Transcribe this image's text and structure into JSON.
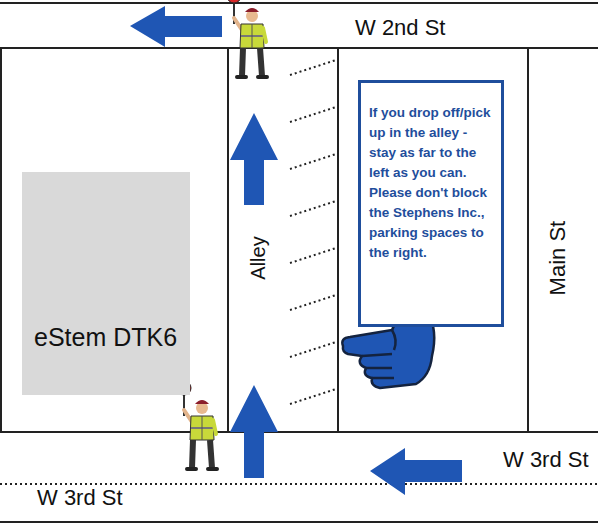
{
  "diagram": {
    "nodes": [
      {
        "text": [
          "If you drop off/pick up in the alley - stay as far to the left as you can. Please don't block the Stephens Inc., parking spaces to the right."
        ]
      },
      {
        "text": [
          "eStem DTK6"
        ]
      }
    ],
    "labels": [
      "W 2nd St",
      "Alley",
      "Main St",
      "W 3rd St",
      "W 3rd St"
    ]
  }
}
